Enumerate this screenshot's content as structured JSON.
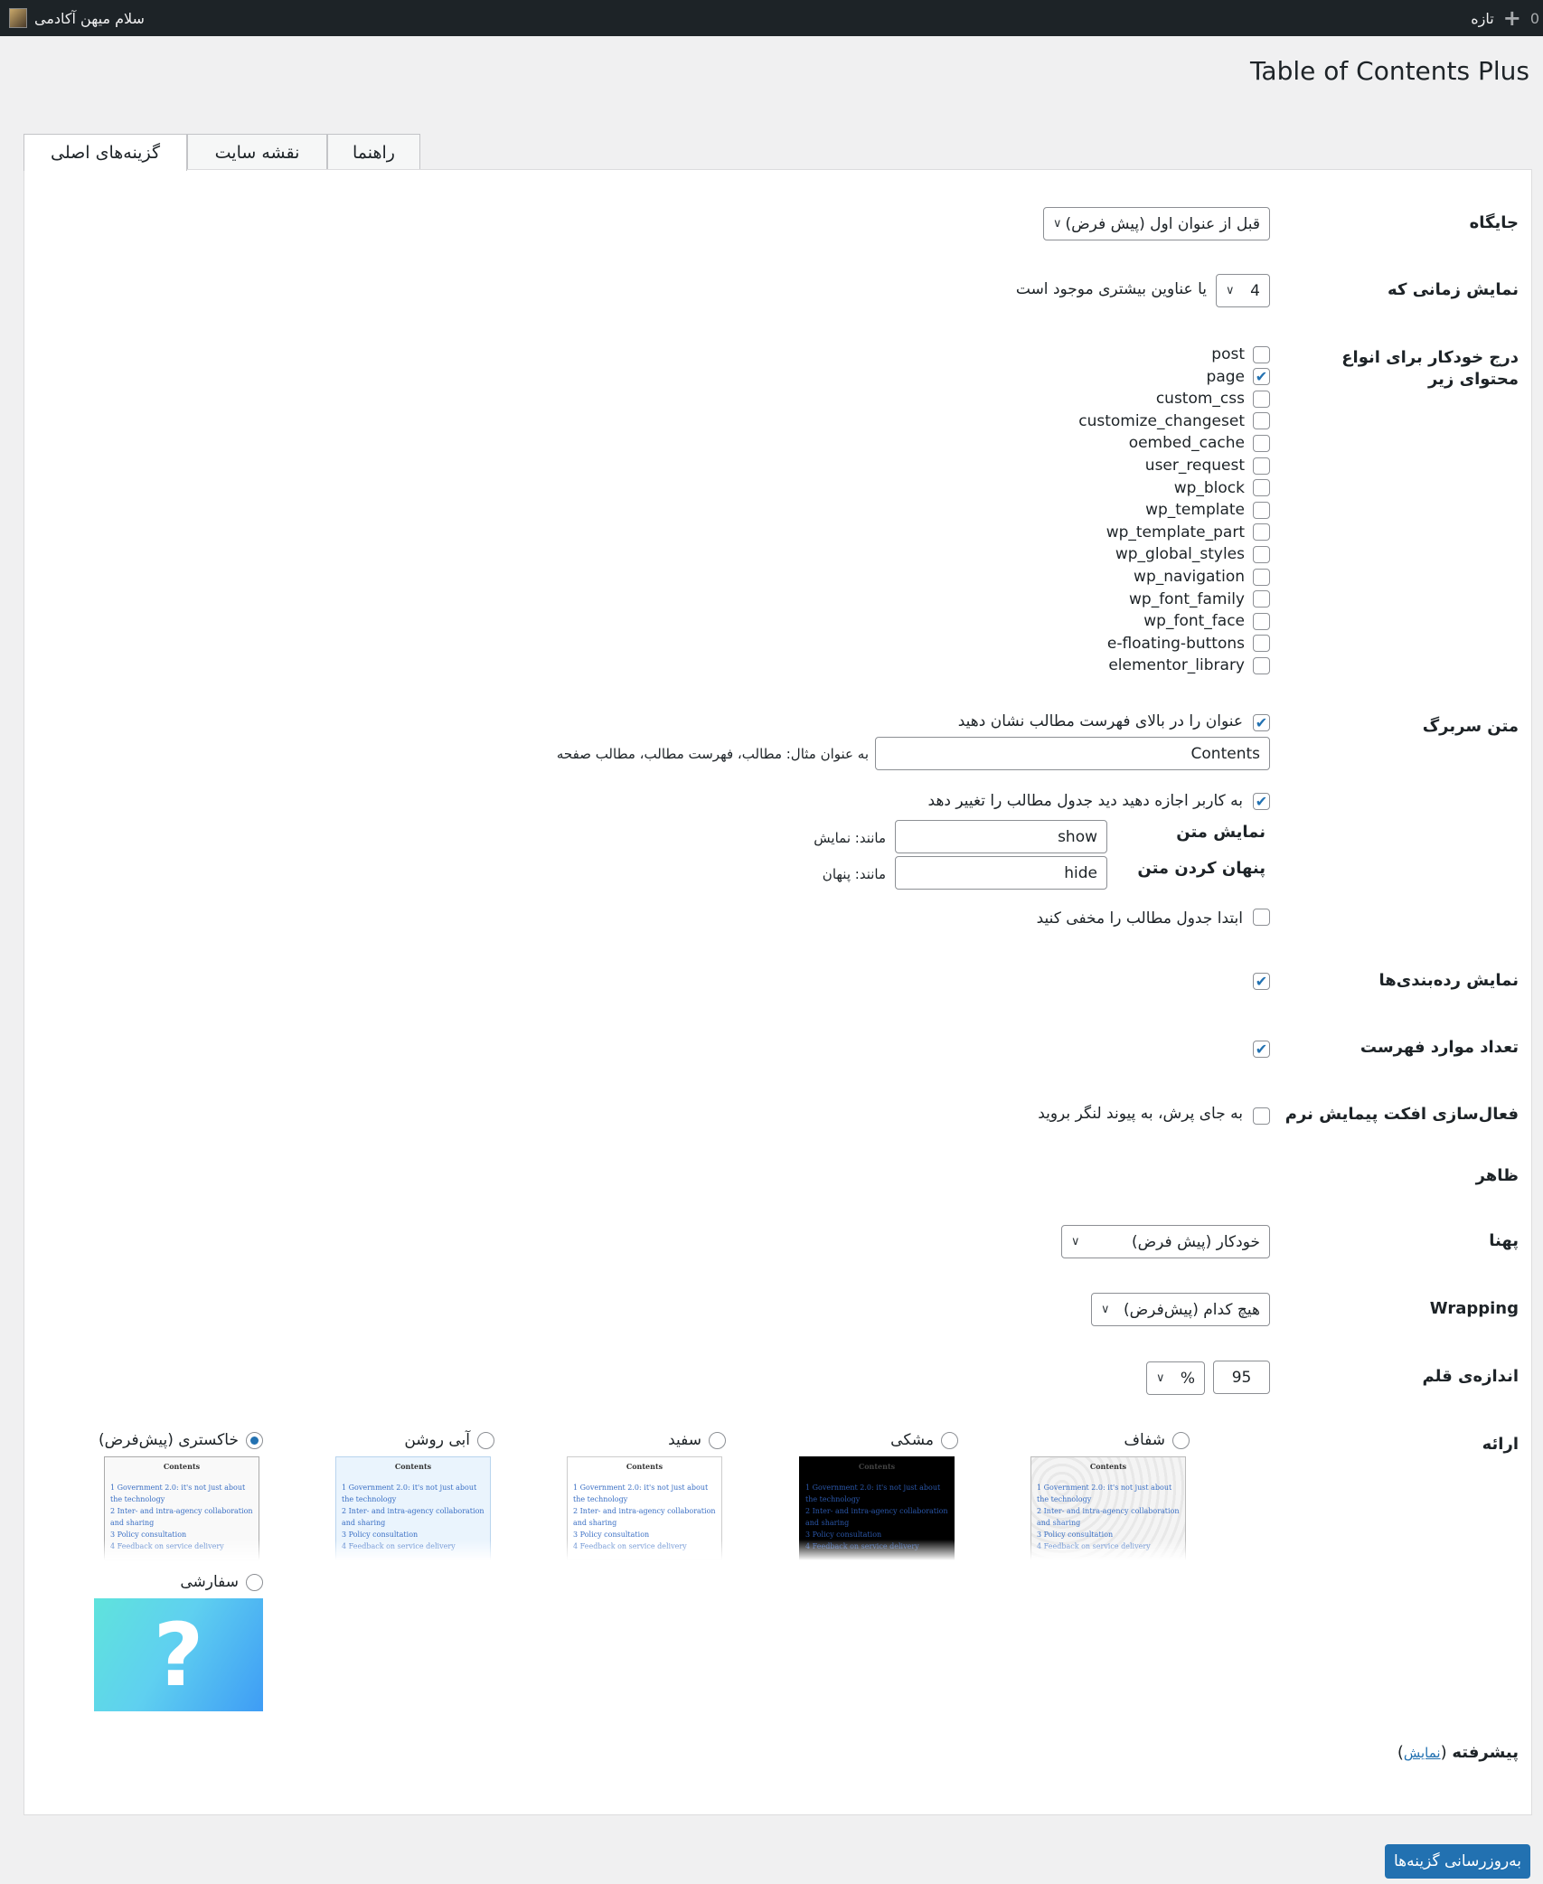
{
  "admin_bar": {
    "site_name": "سلام میهن آکادمی",
    "new_label": "تازه",
    "comments_count": "0"
  },
  "page": {
    "title": "Table of Contents Plus"
  },
  "tabs": [
    {
      "label": "گزینه‌های اصلی",
      "active": true
    },
    {
      "label": "نقشه سایت"
    },
    {
      "label": "راهنما"
    }
  ],
  "settings": {
    "position": {
      "label": "جایگاه",
      "value": "قبل از عنوان اول (پیش فرض)"
    },
    "show_when": {
      "label": "نمایش زمانی که",
      "value": "4",
      "suffix": "یا عناوین بیشتری موجود است"
    },
    "auto_insert": {
      "label": "درج خودکار برای انواع محتوای زیر",
      "post_types": [
        {
          "name": "post",
          "checked": false
        },
        {
          "name": "page",
          "checked": true
        },
        {
          "name": "custom_css",
          "checked": false
        },
        {
          "name": "customize_changeset",
          "checked": false
        },
        {
          "name": "oembed_cache",
          "checked": false
        },
        {
          "name": "user_request",
          "checked": false
        },
        {
          "name": "wp_block",
          "checked": false
        },
        {
          "name": "wp_template",
          "checked": false
        },
        {
          "name": "wp_template_part",
          "checked": false
        },
        {
          "name": "wp_global_styles",
          "checked": false
        },
        {
          "name": "wp_navigation",
          "checked": false
        },
        {
          "name": "wp_font_family",
          "checked": false
        },
        {
          "name": "wp_font_face",
          "checked": false
        },
        {
          "name": "e-floating-buttons",
          "checked": false
        },
        {
          "name": "elementor_library",
          "checked": false
        }
      ]
    },
    "heading": {
      "label": "متن سربرگ",
      "show_title_label": "عنوان را در بالای فهرست مطالب نشان دهید",
      "show_title_checked": true,
      "title_value": "Contents",
      "title_hint": "به عنوان مثال: مطالب، فهرست مطالب، مطالب صفحه",
      "allow_toggle_label": "به کاربر اجازه دهید دید جدول مطالب را تغییر دهد",
      "allow_toggle_checked": true,
      "show_text_label": "نمایش متن",
      "show_text_value": "show",
      "show_text_hint": "مانند: نمایش",
      "hide_text_label": "پنهان کردن متن",
      "hide_text_value": "hide",
      "hide_text_hint": "مانند: پنهان",
      "hide_initially_label": "ابتدا جدول مطالب را مخفی کنید",
      "hide_initially_checked": false
    },
    "show_hierarchy": {
      "label": "نمایش رده‌بندی‌ها",
      "checked": true
    },
    "number_list": {
      "label": "تعداد موارد فهرست",
      "checked": true
    },
    "smooth_scroll": {
      "label": "فعال‌سازی افکت پیمایش نرم",
      "option_label": "به جای پرش، به پیوند لنگر بروید",
      "checked": false
    },
    "appearance": {
      "label": "ظاهر"
    },
    "width": {
      "label": "پهنا",
      "value": "خودکار (پیش فرض)"
    },
    "wrapping": {
      "label": "Wrapping",
      "value": "هیچ کدام (پیش‌فرض)"
    },
    "font_size": {
      "label": "اندازه‌ی قلم",
      "value": "95",
      "unit": "%"
    },
    "presentation": {
      "label": "ارائه",
      "themes": [
        {
          "label": "شفاف",
          "selected": false
        },
        {
          "label": "مشکی",
          "selected": false
        },
        {
          "label": "سفید",
          "selected": false
        },
        {
          "label": "آبی روشن",
          "selected": false
        },
        {
          "label": "خاکستری (پیش‌فرض)",
          "selected": true
        },
        {
          "label": "سفارشی",
          "selected": false
        }
      ],
      "preview": {
        "heading": "Contents",
        "items": [
          "1 Government 2.0: it's not just about the technology",
          "2 Inter- and intra-agency collaboration and sharing",
          "3 Policy consultation",
          "4 Feedback on service delivery"
        ]
      }
    },
    "advanced": {
      "label": "پیشرفته",
      "toggle": "نمایش"
    }
  },
  "footer": {
    "save_label": "به‌روزرسانی گزینه‌ها"
  },
  "colors": {
    "accent": "#2271b1",
    "admin_bar": "#1d2327"
  }
}
